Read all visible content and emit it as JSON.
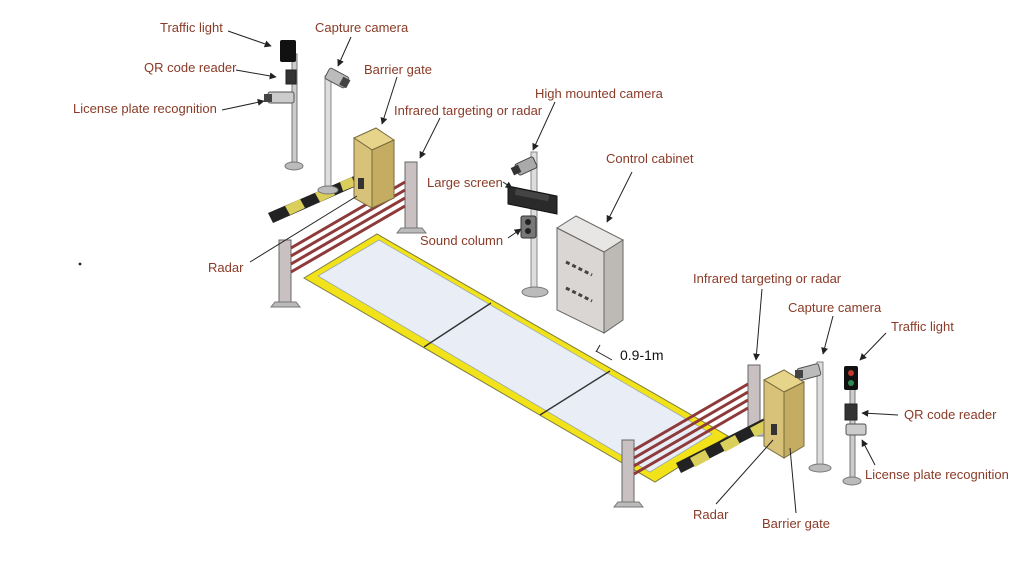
{
  "colors": {
    "label": "#8a3b28",
    "platform": "#e8edf6",
    "platform_edge": "#f2e21a",
    "gate_housing": "#d8c27a",
    "cabinet": "#d9d6d3",
    "loop_wire": "#8f3a3a"
  },
  "labels": {
    "traffic_light_top": "Traffic light",
    "capture_camera_top": "Capture camera",
    "qr_reader_top": "QR code reader",
    "barrier_gate_top": "Barrier gate",
    "lpr_top": "License plate recognition",
    "infrared_top": "Infrared targeting or radar",
    "high_camera": "High mounted camera",
    "control_cabinet": "Control cabinet",
    "large_screen": "Large screen",
    "sound_column": "Sound column",
    "radar_left": "Radar",
    "infrared_right": "Infrared targeting or radar",
    "capture_camera_right": "Capture camera",
    "traffic_light_right": "Traffic light",
    "qr_reader_right": "QR code reader",
    "lpr_right": "License plate recognition",
    "radar_right": "Radar",
    "barrier_gate_bottom": "Barrier gate"
  },
  "dimension": "0.9-1m"
}
